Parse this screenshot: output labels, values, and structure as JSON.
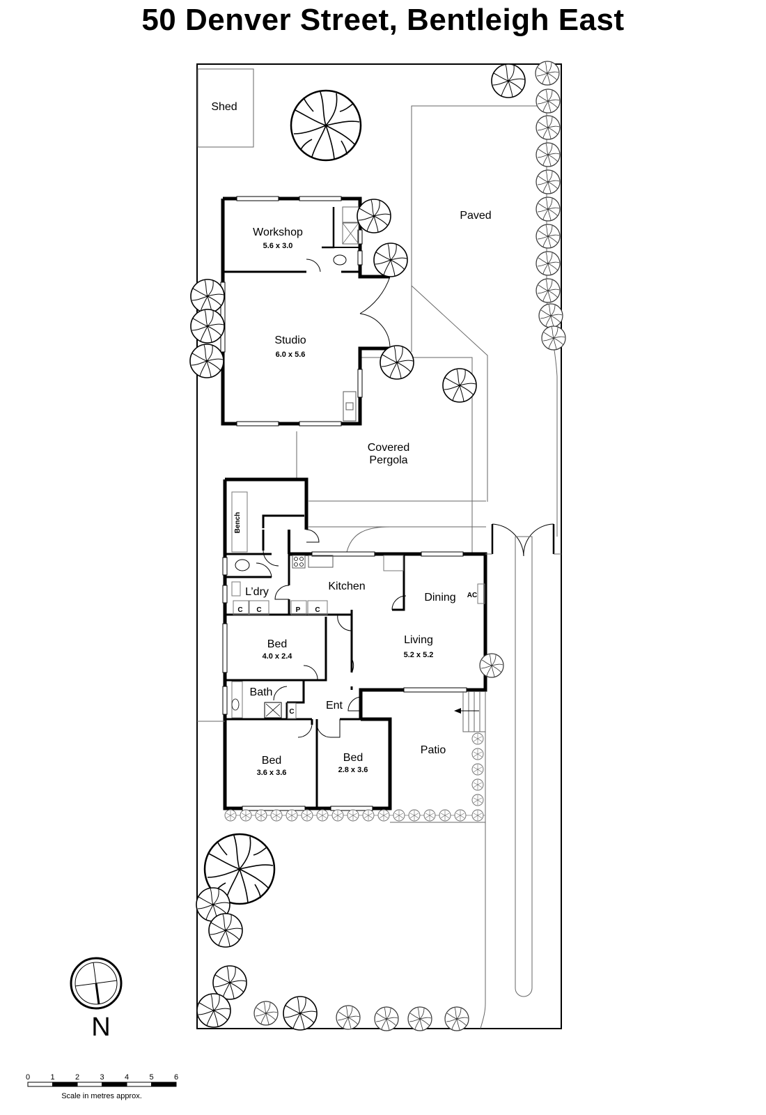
{
  "title": "50 Denver Street, Bentleigh East",
  "colors": {
    "ink": "#000000",
    "thin_line": "#555555",
    "background": "#ffffff"
  },
  "outdoor_areas": {
    "shed": "Shed",
    "paved": "Paved",
    "pergola_line1": "Covered",
    "pergola_line2": "Pergola",
    "patio": "Patio"
  },
  "rooms": {
    "workshop": {
      "name": "Workshop",
      "dims": "5.6 x 3.0"
    },
    "studio": {
      "name": "Studio",
      "dims": "6.0 x 5.6"
    },
    "kitchen": {
      "name": "Kitchen"
    },
    "dining": {
      "name": "Dining"
    },
    "living": {
      "name": "Living",
      "dims": "5.2 x 5.2"
    },
    "laundry": {
      "name": "L’dry"
    },
    "bed1": {
      "name": "Bed",
      "dims": "4.0 x 2.4"
    },
    "bath": {
      "name": "Bath"
    },
    "entry": {
      "name": "Ent"
    },
    "bed2": {
      "name": "Bed",
      "dims": "3.6 x 3.6"
    },
    "bed3": {
      "name": "Bed",
      "dims": "2.8 x 3.6"
    }
  },
  "fixtures": {
    "bench": "Bench",
    "ac": "AC",
    "cupboard": "C",
    "pantry": "P"
  },
  "legend": {
    "north_letter": "N",
    "north_icon": "north-arrow-compass-icon",
    "scale_ticks": [
      "0",
      "1",
      "2",
      "3",
      "4",
      "5",
      "6"
    ],
    "scale_caption": "Scale in metres approx."
  }
}
